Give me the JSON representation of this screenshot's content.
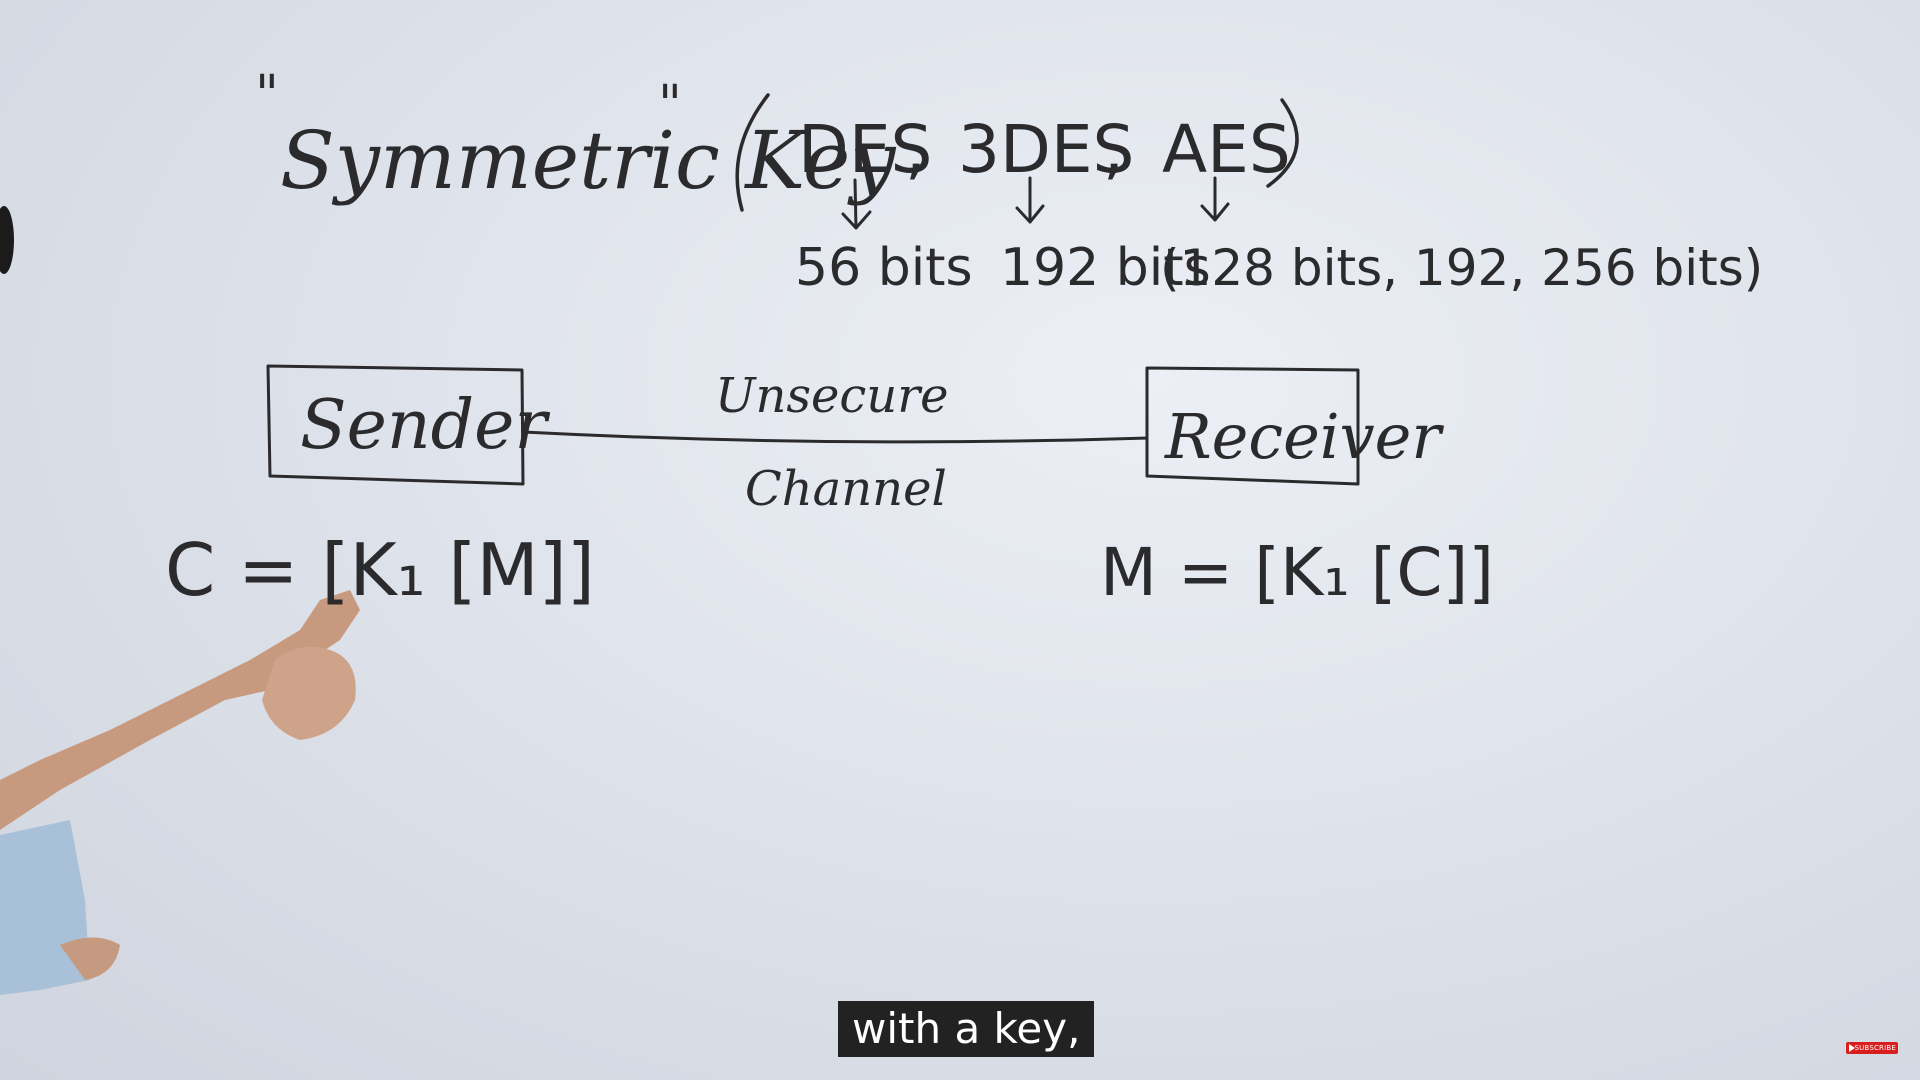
{
  "board": {
    "title": {
      "open_quote": "\"",
      "text": "Symmetric Key",
      "close_quote": "\"",
      "algorithms": [
        "DES",
        "3DES",
        "AES"
      ]
    },
    "key_sizes": {
      "des": "56 bits",
      "3des": "192 bits",
      "aes": "(128 bits, 192, 256 bits)"
    },
    "sender_label": "Sender",
    "receiver_label": "Receiver",
    "channel_top": "Unsecure",
    "channel_bottom": "Channel",
    "encrypt_formula": "C = [K₁ [M]]",
    "decrypt_formula": "M = [K₁ [C]]"
  },
  "caption": "with a key,",
  "subscribe_badge": "SUBSCRIBE",
  "colors": {
    "board": "#dfe3eb",
    "ink": "#2b2b2e",
    "caption_bg": "#080808",
    "subscribe_red": "#d81e1e"
  }
}
